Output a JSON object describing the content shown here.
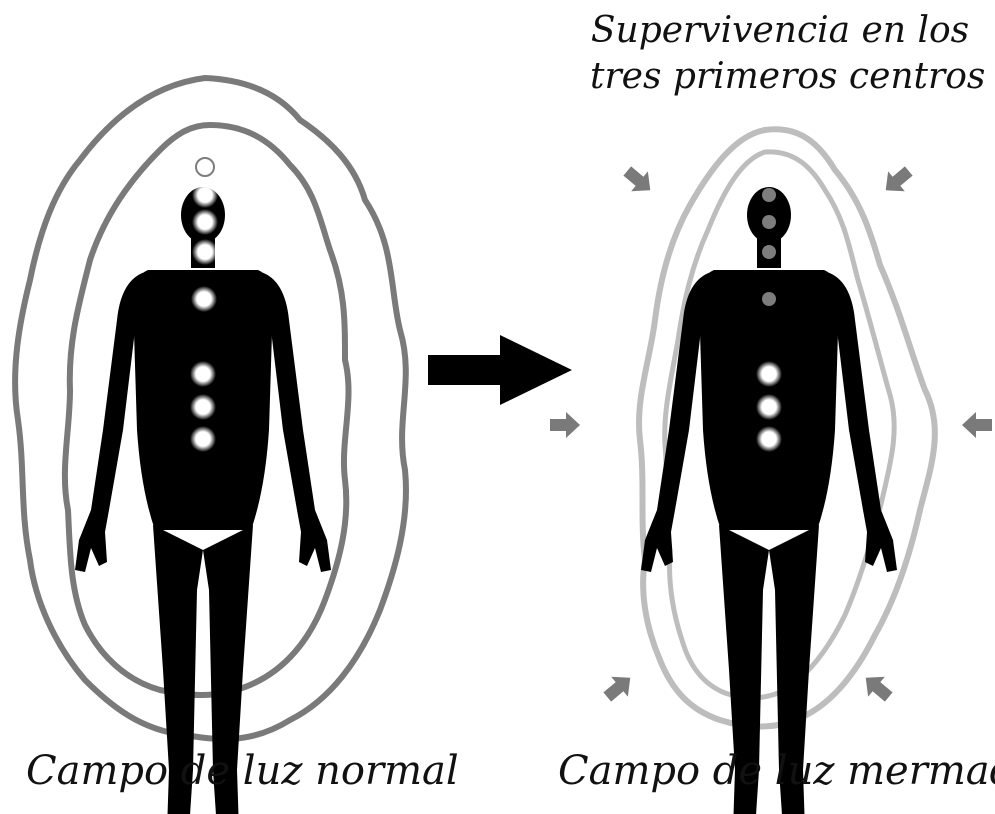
{
  "diagram": {
    "captions": {
      "left": "Campo de luz normal",
      "right": "Campo de luz mermado",
      "top_line1": "Supervivencia en los",
      "top_line2": "tres primeros centros"
    },
    "colors": {
      "figure": "#000000",
      "aura_normal": "#7a7a7a",
      "aura_diminished": "#bdbdbd",
      "chakra_bright": "#ffffff",
      "chakra_dim": "#7d7d7d",
      "pressure_arrow": "#7a7a7a",
      "transition_arrow": "#000000"
    },
    "figures": [
      {
        "id": "normal",
        "aura_rings": 2,
        "chakras": [
          "crown-open",
          "bright",
          "bright",
          "bright",
          "bright",
          "bright",
          "bright",
          "bright"
        ]
      },
      {
        "id": "diminished",
        "aura_rings": 2,
        "chakras": [
          "dim",
          "dim",
          "dim",
          "dim",
          "bright",
          "bright",
          "bright"
        ]
      }
    ],
    "pressure_arrows": 6
  }
}
